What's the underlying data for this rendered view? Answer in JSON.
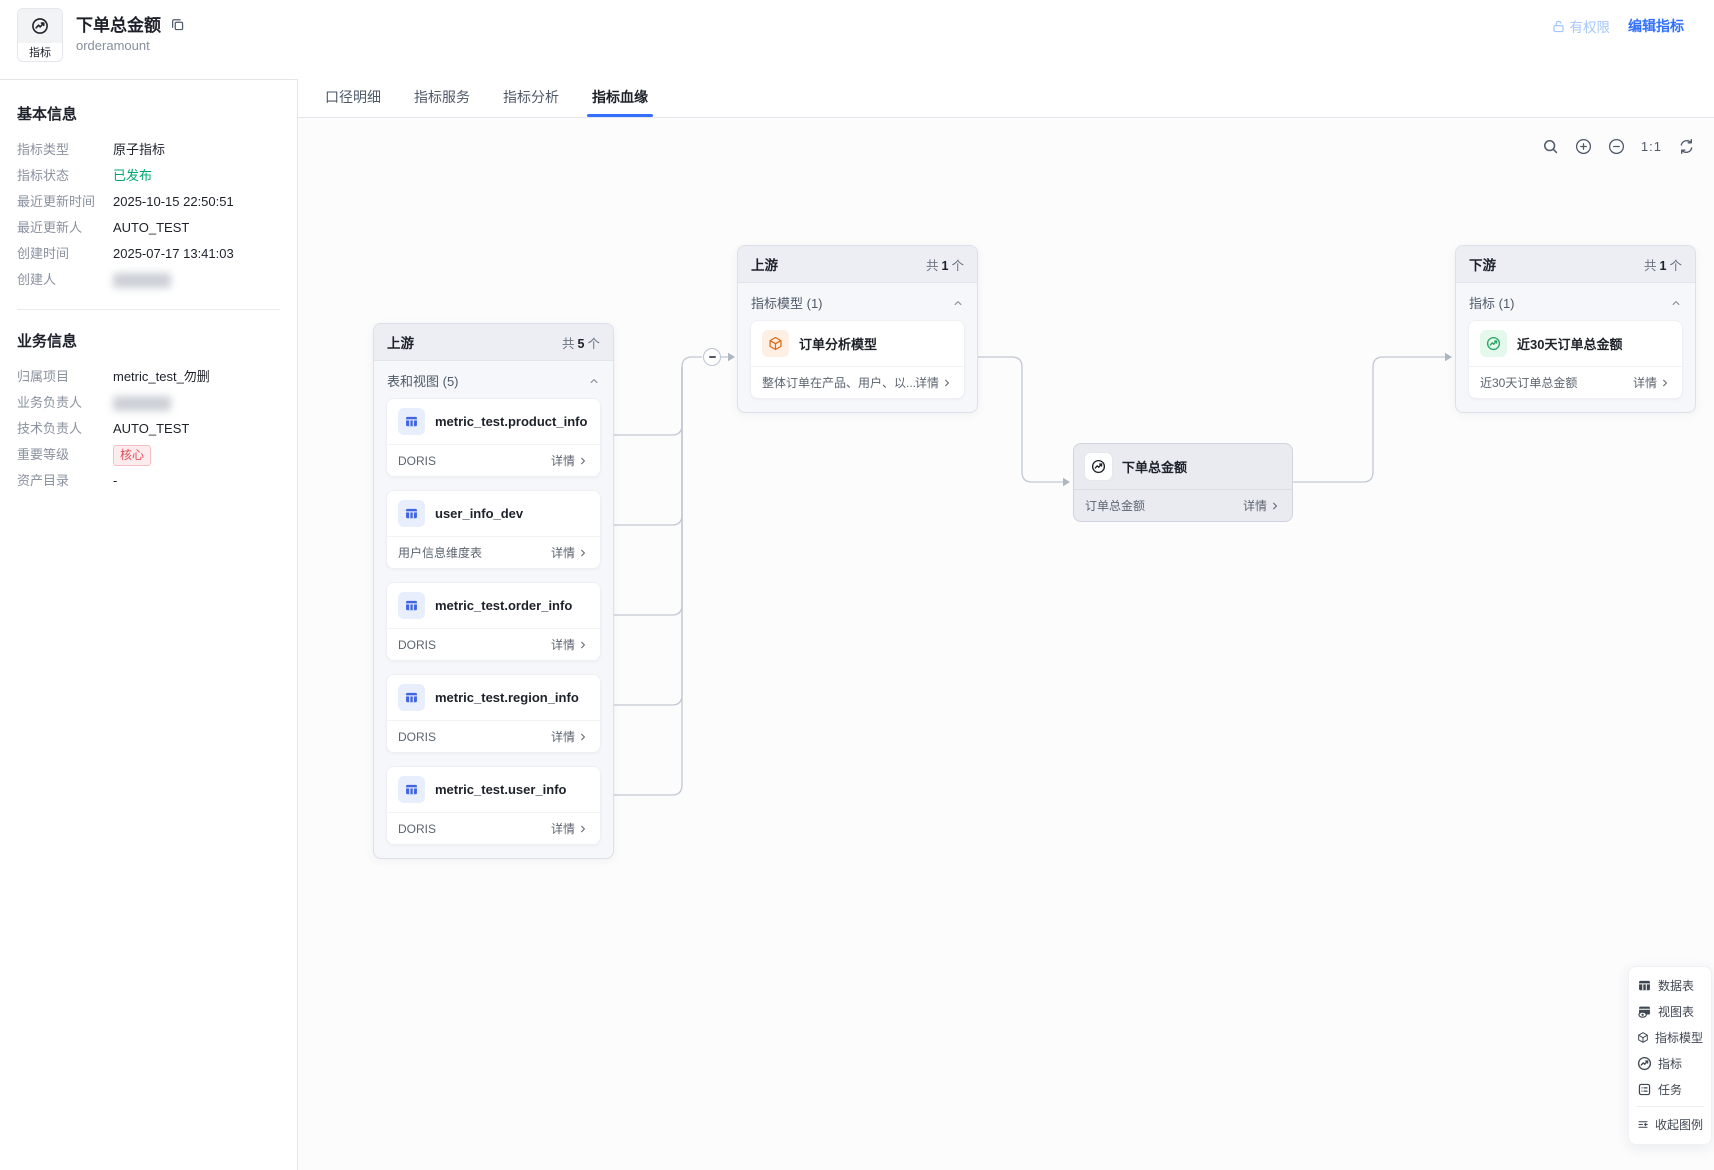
{
  "header": {
    "badge_label": "指标",
    "title": "下单总金额",
    "subtitle": "orderamount",
    "permission_label": "有权限",
    "edit_label": "编辑指标"
  },
  "sidebar": {
    "basic": {
      "title": "基本信息",
      "fields": [
        {
          "label": "指标类型",
          "value": "原子指标"
        },
        {
          "label": "指标状态",
          "value": "已发布"
        },
        {
          "label": "最近更新时间",
          "value": "2025-10-15 22:50:51"
        },
        {
          "label": "最近更新人",
          "value": "AUTO_TEST"
        },
        {
          "label": "创建时间",
          "value": "2025-07-17 13:41:03"
        },
        {
          "label": "创建人",
          "value": ""
        }
      ]
    },
    "business": {
      "title": "业务信息",
      "fields": [
        {
          "label": "归属项目",
          "value": "metric_test_勿删"
        },
        {
          "label": "业务负责人",
          "value": ""
        },
        {
          "label": "技术负责人",
          "value": "AUTO_TEST"
        },
        {
          "label": "重要等级",
          "value": "核心"
        },
        {
          "label": "资产目录",
          "value": "-"
        }
      ]
    }
  },
  "tabs": {
    "items": [
      {
        "label": "口径明细"
      },
      {
        "label": "指标服务"
      },
      {
        "label": "指标分析"
      },
      {
        "label": "指标血缘"
      }
    ]
  },
  "toolbar": {
    "ratio_label": "1:1"
  },
  "lineage": {
    "upstream_tables": {
      "header": "上游",
      "count": {
        "prefix": "共",
        "num": "5",
        "suffix": "个"
      },
      "section_label": "表和视图 (5)",
      "cards": [
        {
          "title": "metric_test.product_info",
          "subtitle": "DORIS",
          "detail": "详情"
        },
        {
          "title": "user_info_dev",
          "subtitle": "用户信息维度表",
          "detail": "详情"
        },
        {
          "title": "metric_test.order_info",
          "subtitle": "DORIS",
          "detail": "详情"
        },
        {
          "title": "metric_test.region_info",
          "subtitle": "DORIS",
          "detail": "详情"
        },
        {
          "title": "metric_test.user_info",
          "subtitle": "DORIS",
          "detail": "详情"
        }
      ]
    },
    "upstream_models": {
      "header": "上游",
      "count": {
        "prefix": "共",
        "num": "1",
        "suffix": "个"
      },
      "section_label": "指标模型 (1)",
      "card": {
        "title": "订单分析模型",
        "subtitle": "整体订单在产品、用户、以...",
        "detail": "详情"
      }
    },
    "current_node": {
      "title": "下单总金额",
      "subtitle": "订单总金额",
      "detail": "详情"
    },
    "downstream_metrics": {
      "header": "下游",
      "count": {
        "prefix": "共",
        "num": "1",
        "suffix": "个"
      },
      "section_label": "指标 (1)",
      "card": {
        "title": "近30天订单总金额",
        "subtitle": "近30天订单总金额",
        "detail": "详情"
      }
    }
  },
  "legend": {
    "items": [
      {
        "label": "数据表"
      },
      {
        "label": "视图表"
      },
      {
        "label": "指标模型"
      },
      {
        "label": "指标"
      },
      {
        "label": "任务"
      }
    ],
    "collapse_label": "收起图例"
  },
  "colors": {
    "accent": "#3370ff",
    "status_published": "#00a870",
    "level_badge": "#e34d59",
    "table_icon": "#4065e0",
    "model_icon": "#e0680f",
    "metric_icon": "#26a565",
    "edge": "#c2c8d2"
  }
}
